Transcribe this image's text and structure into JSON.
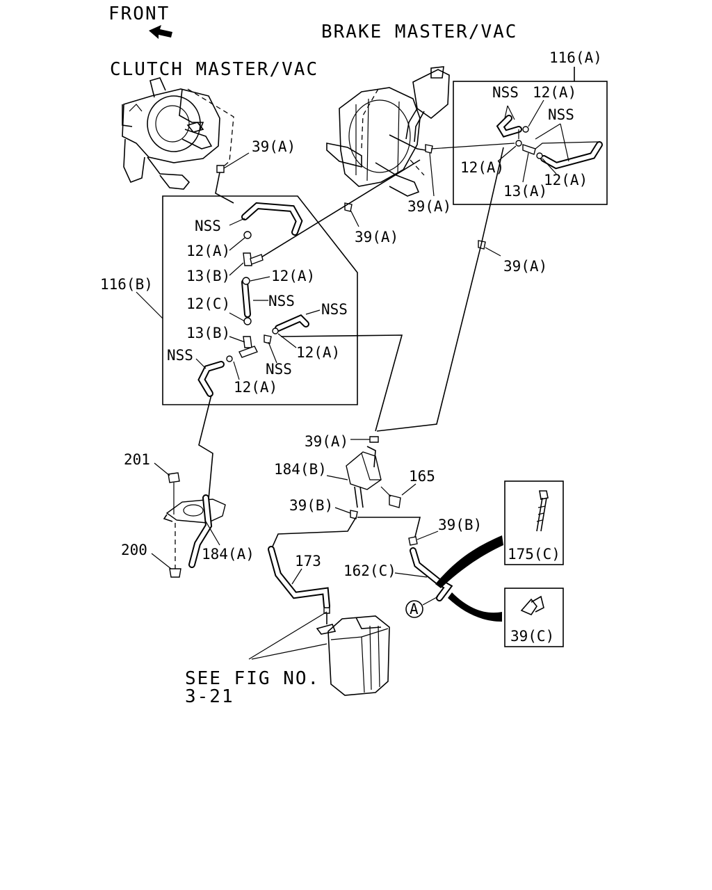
{
  "header": {
    "front": "FRONT",
    "brake_title": "BRAKE MASTER/VAC",
    "clutch_title": "CLUTCH MASTER/VAC"
  },
  "labels": {
    "l116a": "116(A)",
    "l116b": "116(B)",
    "nss_a1": "NSS",
    "nss_a2": "NSS",
    "l12a_a1": "12(A)",
    "l12a_a2": "12(A)",
    "l12a_a3": "12(A)",
    "l13a": "13(A)",
    "l39a_1": "39(A)",
    "l39a_2": "39(A)",
    "l39a_3": "39(A)",
    "l39a_4": "39(A)",
    "l39a_5": "39(A)",
    "nss_b1": "NSS",
    "nss_b2": "NSS",
    "nss_b3": "NSS",
    "nss_b4": "NSS",
    "nss_b5": "NSS",
    "l12a_b1": "12(A)",
    "l12a_b2": "12(A)",
    "l12a_b3": "12(A)",
    "l12a_b4": "12(A)",
    "l13b_1": "13(B)",
    "l13b_2": "13(B)",
    "l12c": "12(C)",
    "l201": "201",
    "l200": "200",
    "l184a": "184(A)",
    "l184b": "184(B)",
    "l165": "165",
    "l39b_1": "39(B)",
    "l39b_2": "39(B)",
    "l173": "173",
    "l162c": "162(C)",
    "circle_a": "A",
    "l175c": "175(C)",
    "l39c": "39(C)",
    "see_fig_1": "SEE FIG NO.",
    "see_fig_2": "3-21"
  }
}
